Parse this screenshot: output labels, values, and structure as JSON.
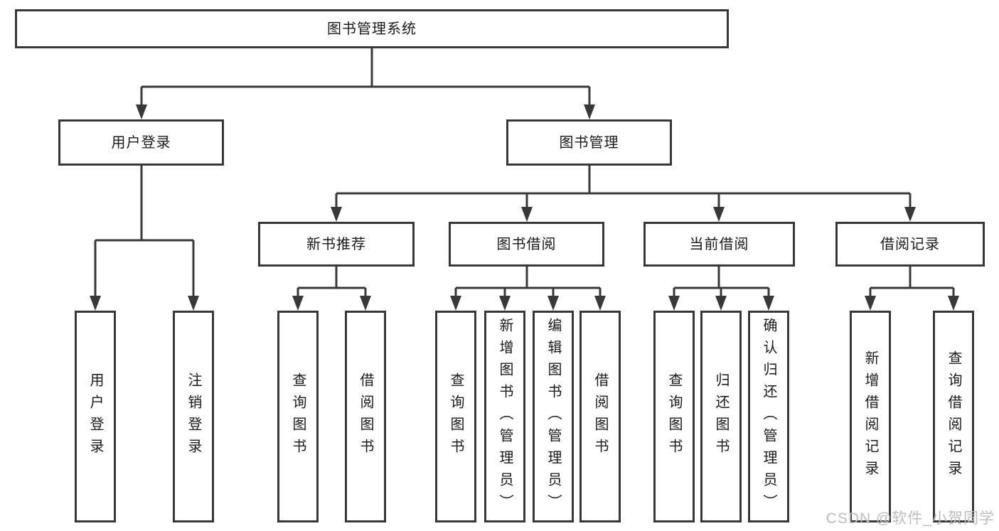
{
  "diagram": {
    "root": {
      "label": "图书管理系统"
    },
    "branches": [
      {
        "label": "用户登录",
        "children": [
          {
            "label": "用户登录"
          },
          {
            "label": "注销登录"
          }
        ]
      },
      {
        "label": "图书管理",
        "children": [
          {
            "label": "新书推荐",
            "children": [
              {
                "label": "查询图书"
              },
              {
                "label": "借阅图书"
              }
            ]
          },
          {
            "label": "图书借阅",
            "children": [
              {
                "label": "查询图书"
              },
              {
                "label": "新增图书（管理员）"
              },
              {
                "label": "编辑图书（管理员）"
              },
              {
                "label": "借阅图书"
              }
            ]
          },
          {
            "label": "当前借阅",
            "children": [
              {
                "label": "查询图书"
              },
              {
                "label": "归还图书"
              },
              {
                "label": "确认归还（管理员）"
              }
            ]
          },
          {
            "label": "借阅记录",
            "children": [
              {
                "label": "新增借阅记录"
              },
              {
                "label": "查询借阅记录"
              }
            ]
          }
        ]
      }
    ]
  },
  "colors": {
    "line": "#383838",
    "box_border": "#383838",
    "text": "#1a1a1a",
    "watermark": "#bdbdbd",
    "background": "#ffffff"
  },
  "watermark": {
    "text": "CSDN @软件_小贺同学"
  }
}
